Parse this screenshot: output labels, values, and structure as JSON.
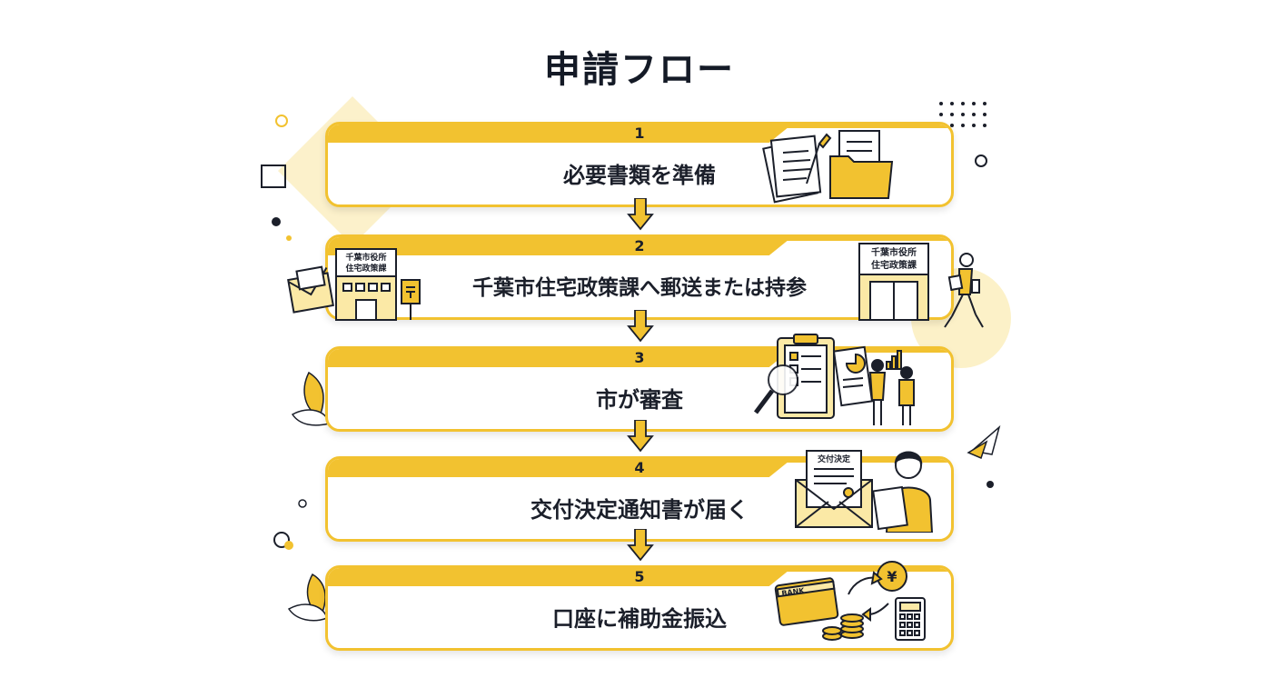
{
  "title": "申請フロー",
  "steps": [
    {
      "number": "1",
      "label": "必要書類を準備"
    },
    {
      "number": "2",
      "label": "千葉市住宅政策課へ郵送または持参"
    },
    {
      "number": "3",
      "label": "市が審査"
    },
    {
      "number": "4",
      "label": "交付決定通知書が届く"
    },
    {
      "number": "5",
      "label": "口座に補助金振込"
    }
  ],
  "illustrations": {
    "office_sign": [
      "千葉市役所",
      "住宅政策課"
    ],
    "notice_title": "交付決定",
    "bank_card": "BANK",
    "currency": "¥"
  },
  "colors": {
    "accent": "#f2c230",
    "accent_light": "#fbe9a6",
    "ink": "#1b1f2a"
  }
}
